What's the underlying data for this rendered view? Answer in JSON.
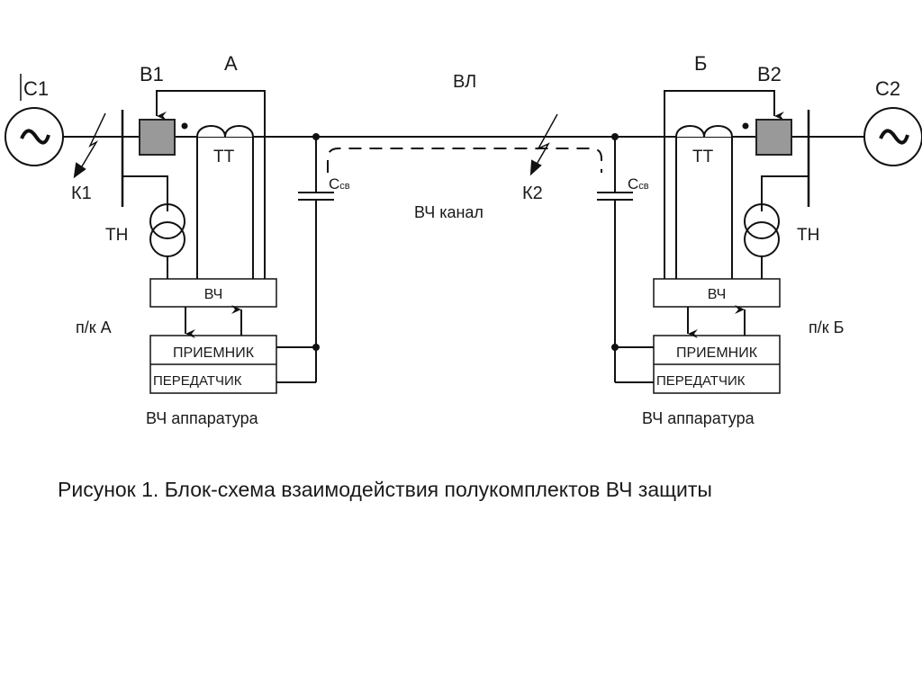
{
  "labels": {
    "source_left": "С1",
    "source_right": "С2",
    "breaker_left": "В1",
    "breaker_right": "В2",
    "substation_left": "А",
    "substation_right": "Б",
    "line": "ВЛ",
    "fault_left": "К1",
    "fault_right": "К2",
    "ct_left": "ТТ",
    "ct_right": "ТТ",
    "vt_left": "ТН",
    "vt_right": "ТН",
    "coupling_cap_main": "С",
    "coupling_cap_sub": "св",
    "hf_channel": "ВЧ канал",
    "hf_block": "ВЧ",
    "receiver": "ПРИЕМНИК",
    "transmitter": "ПЕРЕДАТЧИК",
    "hf_equipment": "ВЧ аппаратура",
    "half_set_left": "п/к А",
    "half_set_right": "п/к Б"
  },
  "caption": "Рисунок 1. Блок-схема взаимодействия полукомплектов ВЧ защиты",
  "colors": {
    "line": "#111111",
    "breaker_fill": "#999999",
    "text": "#1a1a1a"
  }
}
